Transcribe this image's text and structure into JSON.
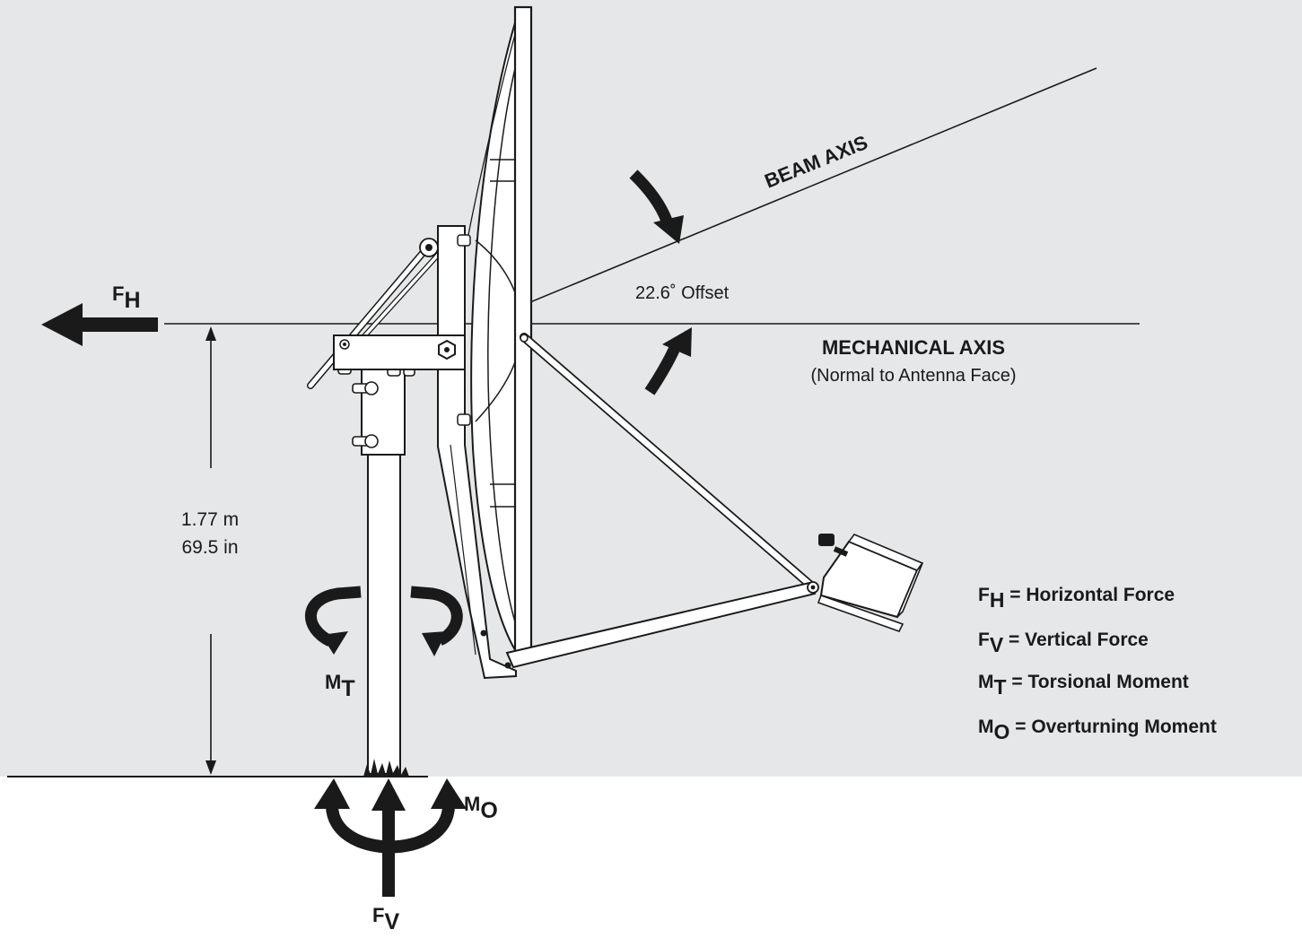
{
  "labels": {
    "beam_axis": "BEAM AXIS",
    "offset": "22.6˚ Offset",
    "mechanical_axis": "MECHANICAL AXIS",
    "mechanical_axis_note": "(Normal to Antenna Face)",
    "height_m": "1.77 m",
    "height_in": "69.5 in"
  },
  "symbols": {
    "fh": {
      "main": "F",
      "sub": "H"
    },
    "fv": {
      "main": "F",
      "sub": "V"
    },
    "mt": {
      "main": "M",
      "sub": "T"
    },
    "mo": {
      "main": "M",
      "sub": "O"
    }
  },
  "legend": [
    {
      "main": "F",
      "sub": "H",
      "text": " = Horizontal Force"
    },
    {
      "main": "F",
      "sub": "V",
      "text": " = Vertical Force"
    },
    {
      "main": "M",
      "sub": "T",
      "text": " = Torsional Moment"
    },
    {
      "main": "M",
      "sub": "O",
      "text": " = Overturning Moment"
    }
  ],
  "colors": {
    "background": "#e6e7e8",
    "ink": "#1a1a1a",
    "fill": "#ffffff"
  }
}
